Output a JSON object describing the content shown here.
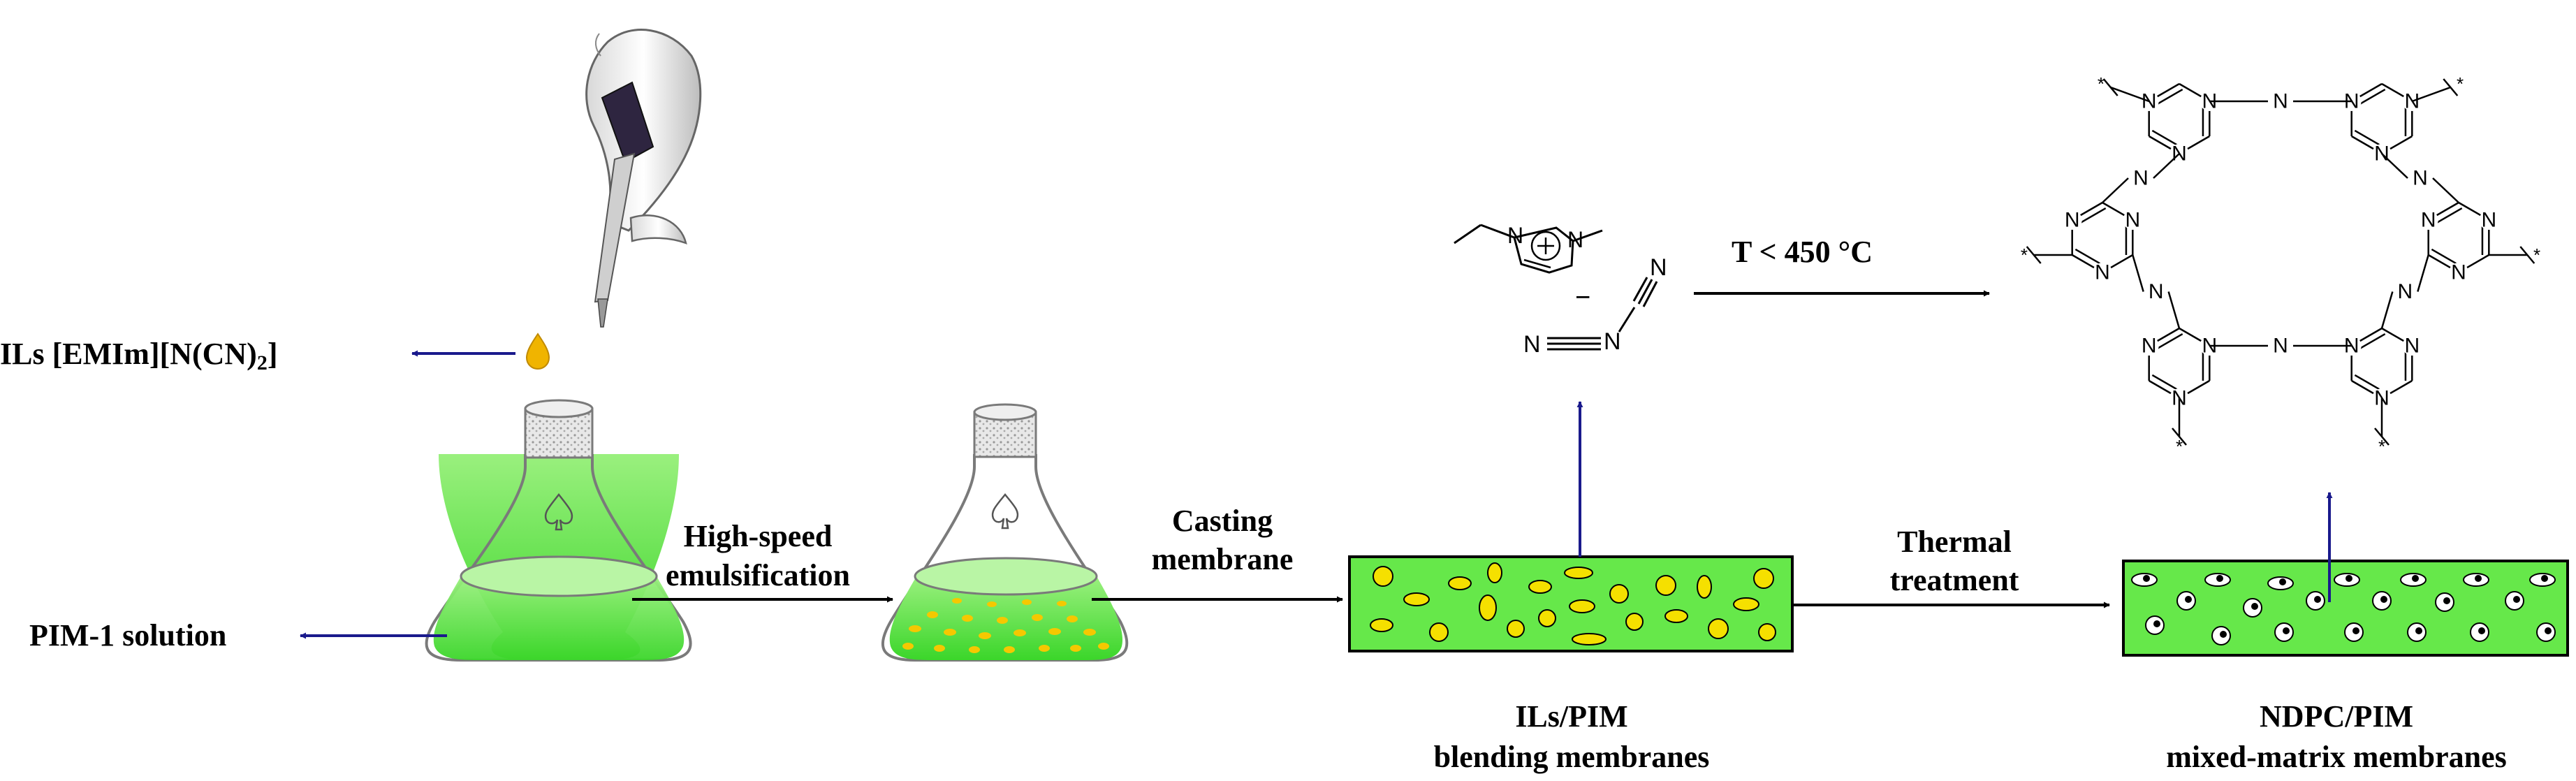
{
  "labels": {
    "ils": "ILs [EMIm][N(CN)",
    "ils_sub": "2",
    "ils_close": "]",
    "pim_solution": "PIM-1 solution",
    "emulsification_line1": "High-speed",
    "emulsification_line2": "emulsification",
    "casting_line1": "Casting",
    "casting_line2": "membrane",
    "thermal_line1": "Thermal",
    "thermal_line2": "treatment",
    "temperature": "T < 450 °C",
    "blend_line1": "ILs/PIM",
    "blend_line2": "blending membranes",
    "mmm_line1": "NDPC/PIM",
    "mmm_line2": "mixed-matrix membranes"
  },
  "atoms": {
    "nitrogen": "N",
    "anion_charge": "−",
    "wildcard": "*"
  },
  "colors": {
    "arrow_blue": "#1a1a8c",
    "membrane_green": "#66e84a",
    "solution_green": "#55e040",
    "droplet_yellow": "#f5e000",
    "flask_gray": "#7a7a7a",
    "black": "#000000"
  }
}
